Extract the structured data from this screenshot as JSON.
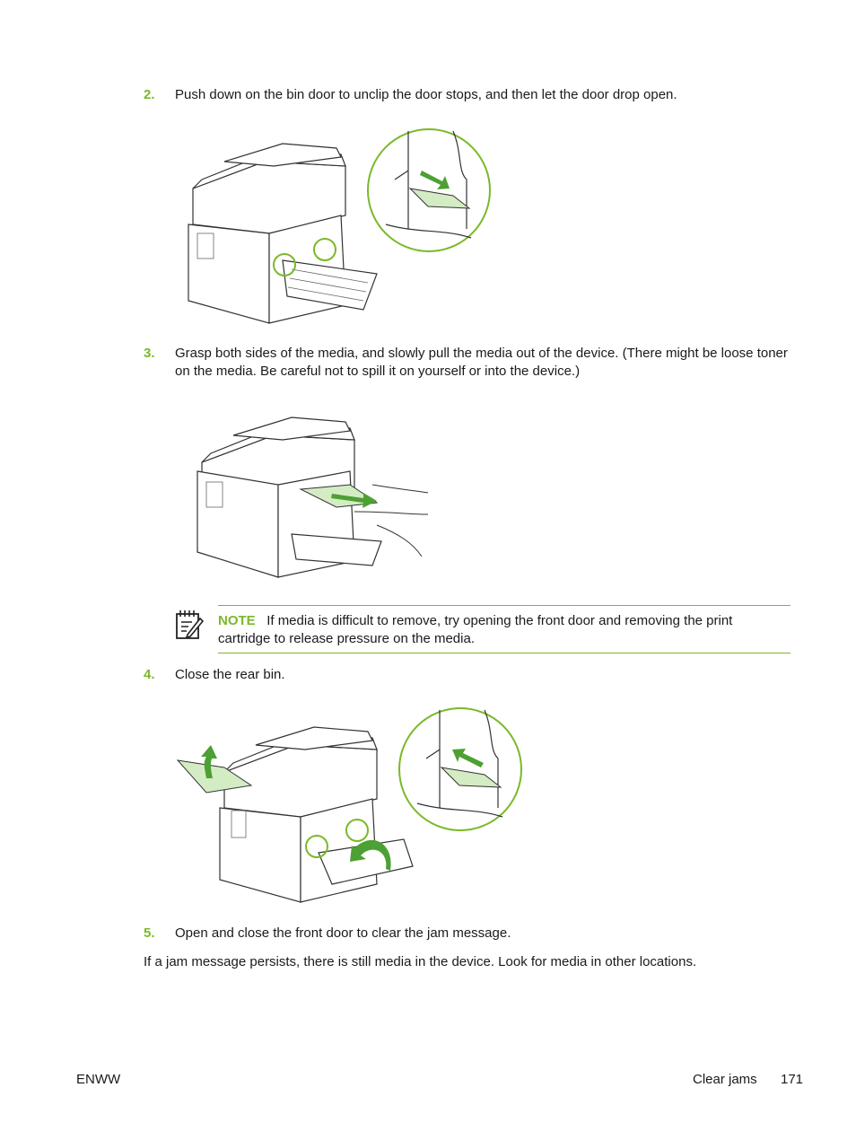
{
  "steps": [
    {
      "num": "2.",
      "text": "Push down on the bin door to unclip the door stops, and then let the door drop open."
    },
    {
      "num": "3.",
      "text": "Grasp both sides of the media, and slowly pull the media out of the device. (There might be loose toner on the media. Be careful not to spill it on yourself or into the device.)"
    },
    {
      "num": "4.",
      "text": "Close the rear bin."
    },
    {
      "num": "5.",
      "text": "Open and close the front door to clear the jam message."
    }
  ],
  "note": {
    "label": "NOTE",
    "text": "If media is difficult to remove, try opening the front door and removing the print cartridge to release pressure on the media."
  },
  "paragraph": "If a jam message persists, there is still media in the device. Look for media in other locations.",
  "footer": {
    "left": "ENWW",
    "section": "Clear jams",
    "page": "171"
  },
  "colors": {
    "accent": "#7ab929",
    "arrow": "#4da033",
    "media": "#d4ecc4"
  }
}
